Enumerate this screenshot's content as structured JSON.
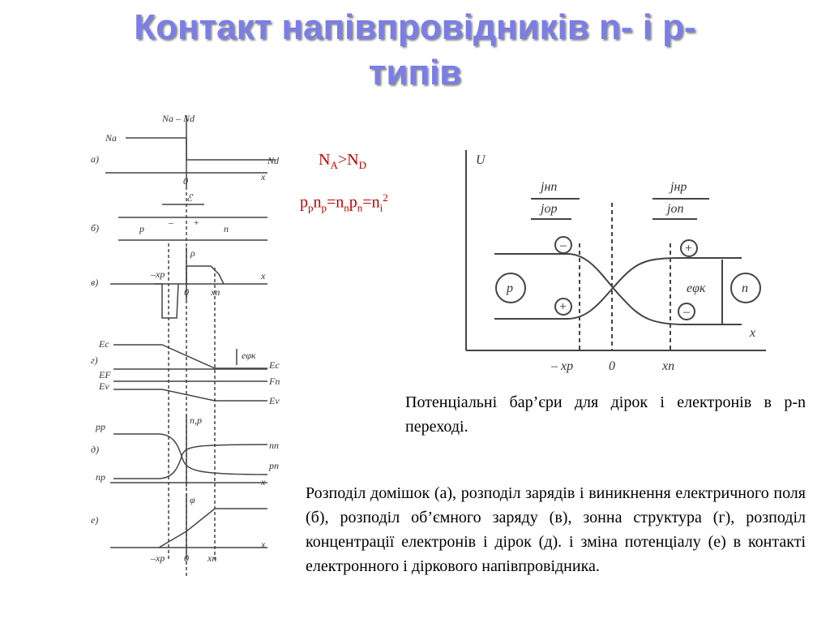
{
  "title": {
    "line1": "Контакт напівпровідників  n- і р-",
    "line2": "типів"
  },
  "formula1": {
    "n": "N",
    "a_sub": "A",
    "gt": ">",
    "n2": "N",
    "d_sub": "D"
  },
  "formula2": {
    "p1": "p",
    "p1s": "p",
    "n1": "n",
    "n1s": "p",
    "eq1": "=",
    "n2": "n",
    "n2s": "n",
    "p2": "p",
    "p2s": "n",
    "eq2": "=",
    "ni": "n",
    "nis": "i",
    "exp": "2"
  },
  "caption_right": "Потенціальні бар’єри для дірок і електронів в p-n переході.",
  "caption_bottom": "Розподіл домішок (а), розподіл зарядів і виникнення електричного поля (б), розподіл об’ємного заряду (в), зонна структура (г), розподіл концентрації електронів і дірок (д). і зміна потенціалу (е) в контакті електронного і діркового напівпровідника.",
  "left_figure": {
    "a": {
      "label": "а)",
      "na": "Na",
      "na_nd": "Na – Nd",
      "nd": "Nd",
      "x": "x",
      "zero": "0"
    },
    "b": {
      "label": "б)",
      "field": "ℰ",
      "p": "p",
      "n": "n",
      "minus": "–",
      "plus": "+"
    },
    "v": {
      "label": "в)",
      "rho": "ρ",
      "xp": "–xp",
      "zero": "0",
      "xn": "xn",
      "x": "x"
    },
    "g": {
      "label": "г)",
      "ec": "Ec",
      "ef": "EF",
      "ev": "Ev",
      "ec_r": "Ec",
      "fn": "Fn",
      "ev_r": "Ev",
      "ephi": "eφк"
    },
    "d": {
      "label": "д)",
      "pp": "pp",
      "np": "np",
      "np_axis": "n,p",
      "nn": "nn",
      "pn": "pn",
      "x": "x"
    },
    "e": {
      "label": "е)",
      "phi": "φ",
      "x": "x",
      "xp": "–xp",
      "zero": "0",
      "xn": "xn"
    }
  },
  "right_figure": {
    "u": "U",
    "x": "x",
    "jnp": "jнп",
    "jnr": "jнр",
    "jor": "jор",
    "jon": "jоп",
    "p_region": "p",
    "n_region": "n",
    "ephi": "eφк",
    "xp": "– xp",
    "zero": "0",
    "xn": "xn",
    "minus": "–",
    "plus": "+"
  },
  "colors": {
    "title": "#7a7ee6",
    "formula": "#c00000",
    "ink": "#333333"
  }
}
